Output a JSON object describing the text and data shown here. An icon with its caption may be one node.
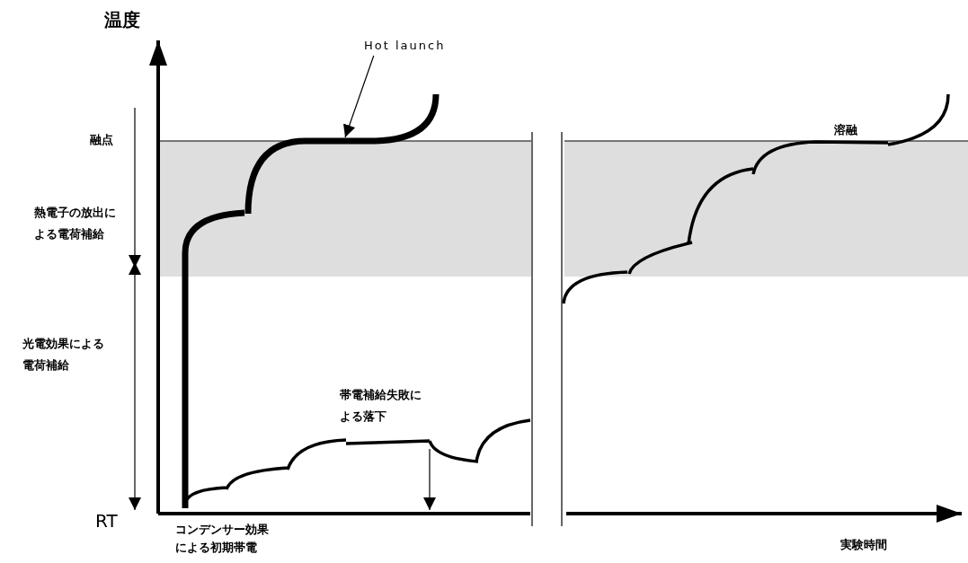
{
  "diagram": {
    "nodes": [
      {
        "text": [
          "Hot launch"
        ]
      },
      {
        "text": [],
        "shape": "curve"
      }
    ],
    "edges": [
      {
        "from": 0,
        "to": 1,
        "arrow": "to"
      }
    ],
    "labels": [
      "温度",
      "融点",
      "熱電子の放出による電荷補給",
      "光電効果による電荷補給",
      "帯電補給失敗による落下",
      "RT",
      "コンデンサー効果による初期帯電",
      "溶融",
      "実験時間"
    ]
  }
}
